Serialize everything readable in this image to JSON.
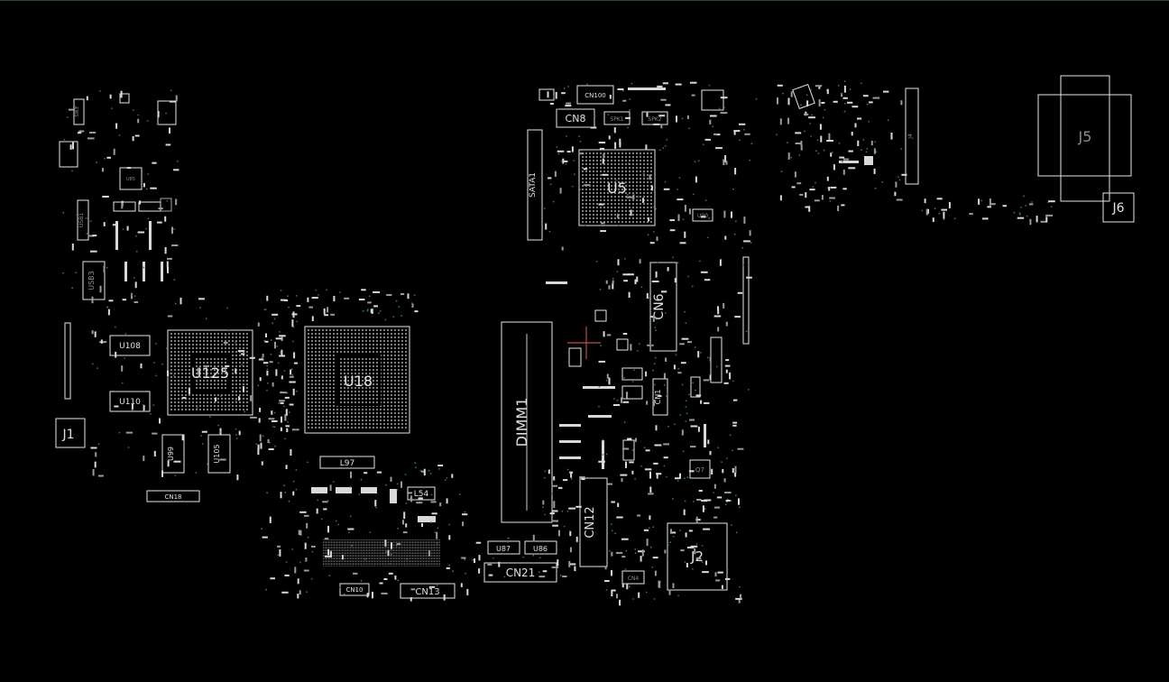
{
  "colors": {
    "background": "#000000",
    "outline": "#e6e6e6",
    "via": "#2f7a5a",
    "probe": "#c04a4a"
  },
  "labels": {
    "u5": "U5",
    "u125": "U125",
    "u18": "U18",
    "dimm1": "DIMM1",
    "sata1": "SATA1",
    "cn6": "CN6",
    "cn8": "CN8",
    "cn100": "CN100",
    "cn12": "CN12",
    "cn21": "CN21",
    "cn13": "CN13",
    "cn10": "CN10",
    "cn18": "CN18",
    "cn1": "CN1",
    "cn4": "CN4",
    "j2": "J2",
    "j5": "J5",
    "j6": "J6",
    "j1": "J1",
    "j4": "J4",
    "l97": "L97",
    "l54": "L54",
    "u108": "U108",
    "u110": "U110",
    "u99": "U99",
    "u105": "U105",
    "u87": "U87",
    "u86": "U86",
    "u85": "U85",
    "u90": "U90",
    "usb1": "USB1",
    "usb3": "USB3",
    "spk1": "SPK1",
    "spk2": "SPK2",
    "sw1": "SW1",
    "q7": "Q7"
  }
}
